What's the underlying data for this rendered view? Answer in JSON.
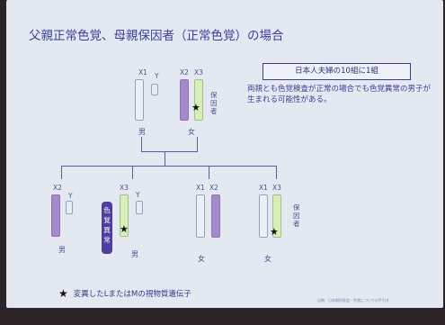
{
  "title": "父親正常色覚、母親保因者（正常色覚）の場合",
  "note": {
    "box": "日本人夫婦の10組に1組",
    "text": "両親とも色覚検査が正常の場合でも色覚異常の男子が生まれる可能性がある。"
  },
  "parents": {
    "father": {
      "chromosomes": [
        "X1",
        "Y"
      ],
      "sex": "男"
    },
    "mother": {
      "chromosomes": [
        "X2",
        "X3"
      ],
      "sex": "女",
      "status": "保因者"
    }
  },
  "children": [
    {
      "chromosomes": [
        "X2",
        "Y"
      ],
      "sex": "男"
    },
    {
      "chromosomes": [
        "X3",
        "Y"
      ],
      "sex": "男",
      "banner": "色覚異常"
    },
    {
      "chromosomes": [
        "X1",
        "X2"
      ],
      "sex": "女"
    },
    {
      "chromosomes": [
        "X1",
        "X3"
      ],
      "sex": "女",
      "status": "保因者"
    }
  ],
  "legend": "変異したLまたはMの視物質遺伝子",
  "credit": "出典：日本眼科医会・色覚についての手引き",
  "colors": {
    "X1_normal": "#eaf3f3",
    "X2_normal": "#a689c9",
    "X3_carrier": "#d9eeb7",
    "banner": "#4e3ea1",
    "text": "#3a3e9a"
  },
  "icons": [
    "mutated-gene-star-icon"
  ]
}
